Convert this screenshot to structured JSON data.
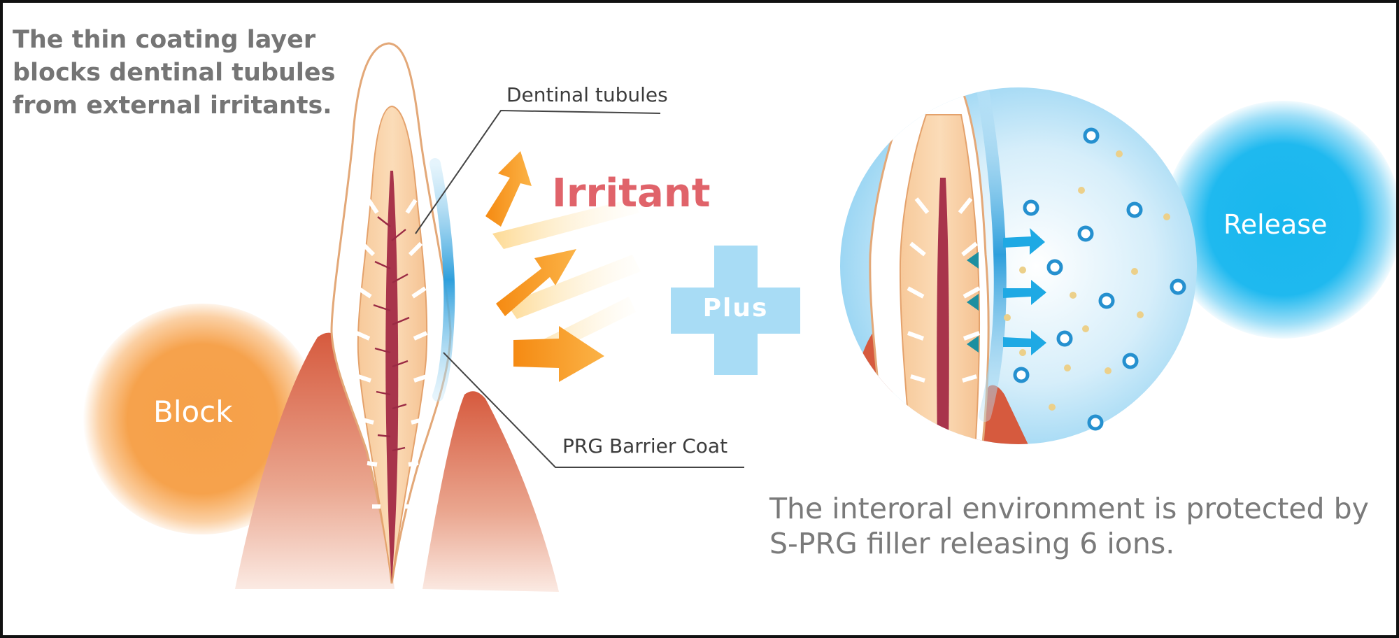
{
  "captions": {
    "top": "The thin coating layer blocks dentinal tubules from external irritants.",
    "bottom": "The interoral environment is protected by S-PRG filler releasing 6 ions."
  },
  "labels": {
    "dentinal_tubules": "Dentinal tubules",
    "barrier_coat": "PRG Barrier Coat",
    "irritant": "Irritant",
    "block": "Block",
    "release": "Release",
    "plus": "Plus"
  },
  "colors": {
    "block_orange": "#f6a24c",
    "release_blue": "#1fb9ef",
    "irritant_red": "#e0636a",
    "caption_grey": "#757575",
    "plus_blue": "#a8dcf5"
  }
}
